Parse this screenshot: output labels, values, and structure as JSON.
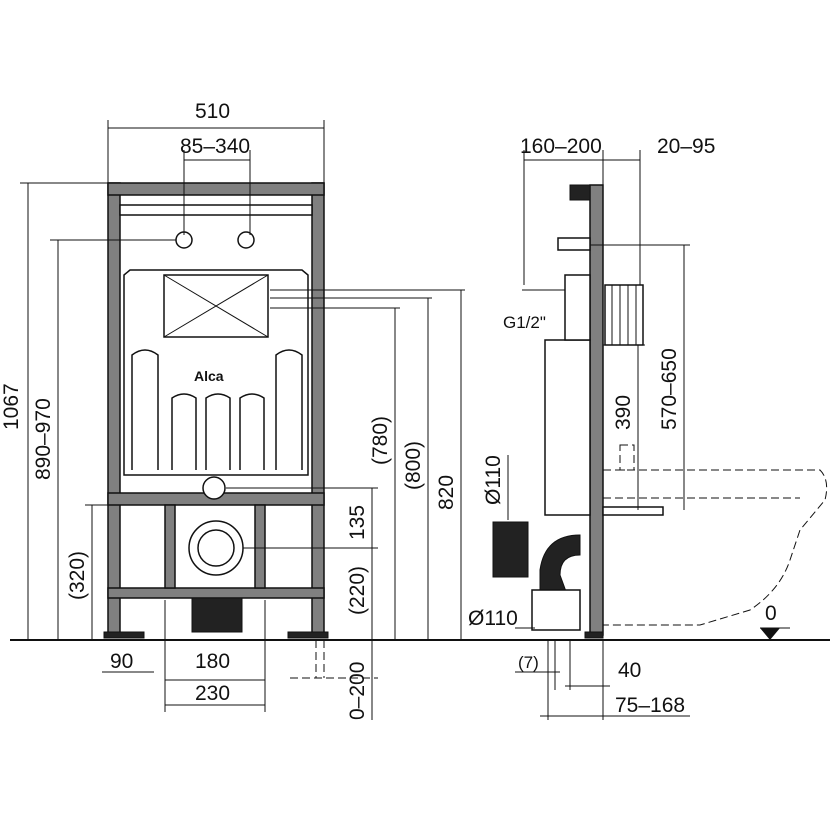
{
  "logo": "Alca",
  "front_view": {
    "width": "510",
    "flush_range": "85–340",
    "height_total": "1067",
    "height_adjust": "890–970",
    "bolt_height": "(320)",
    "h780": "(780)",
    "h800": "(800)",
    "h820": "820",
    "h135": "135",
    "h220": "(220)",
    "floor_range": "0–200",
    "foot_width": "90",
    "bolt_spacing": "180",
    "outlet_spacing": "230"
  },
  "side_view": {
    "depth_range": "160–200",
    "wall_range": "20–95",
    "thread": "G1/2\"",
    "h390": "390",
    "h570": "570–650",
    "dia_top": "Ø110",
    "dia_bottom": "Ø110",
    "zero_level": "0",
    "offset7": "(7)",
    "offset40": "40",
    "offset_range": "75–168"
  }
}
